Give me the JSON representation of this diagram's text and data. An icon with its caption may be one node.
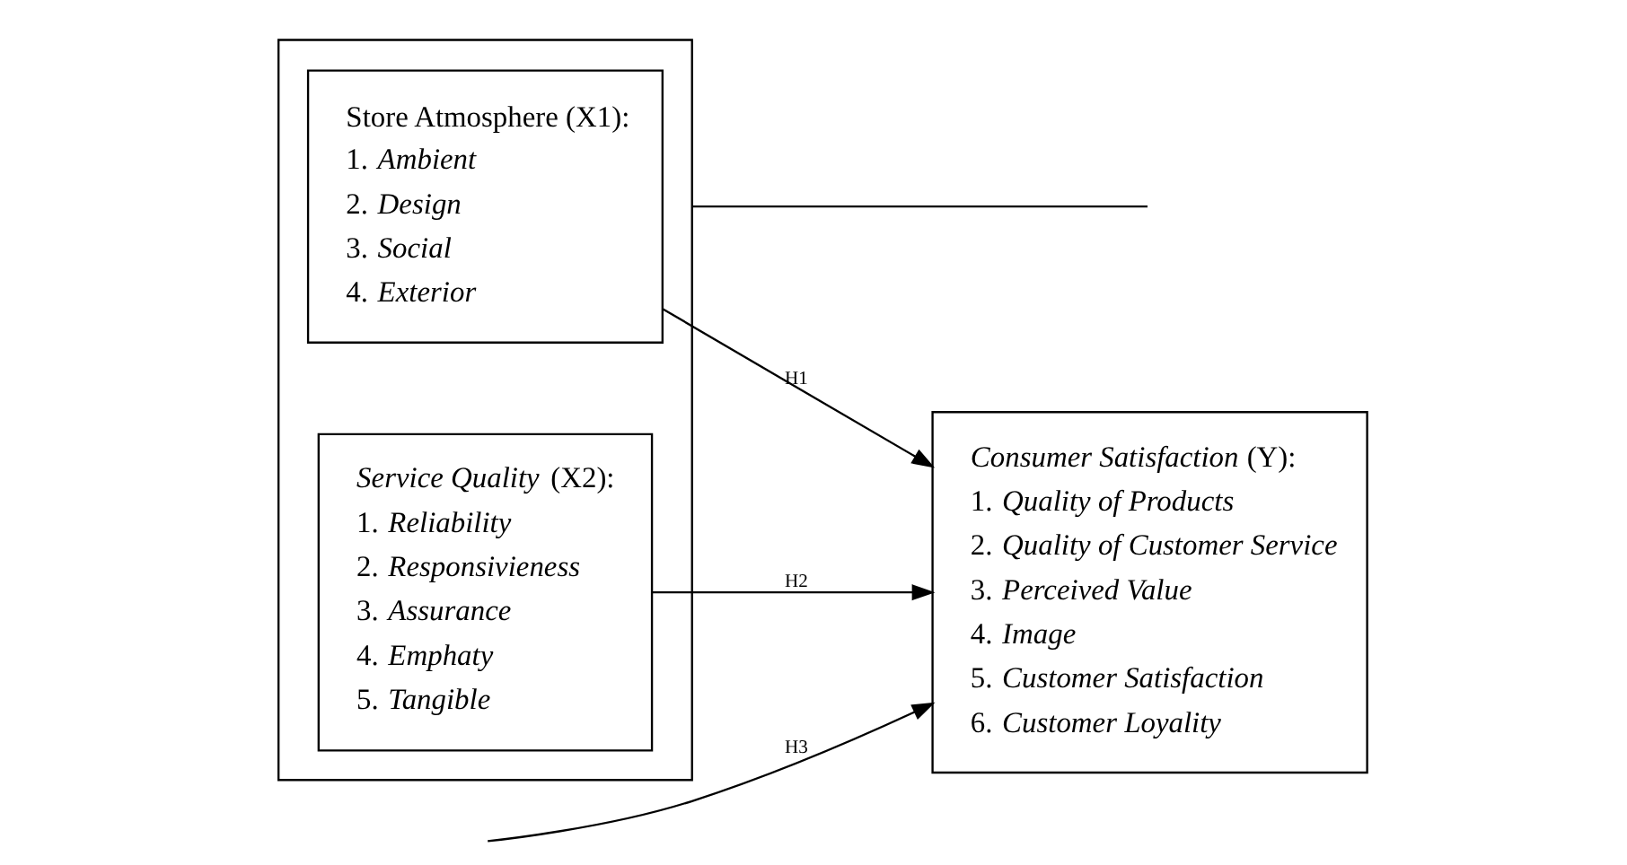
{
  "diagram": {
    "nodes": [
      {
        "text": [],
        "shape": "box"
      },
      {
        "text": [
          "Store Atmosphere (X1):",
          "1. *Ambient*",
          "2. *Design*",
          "3. *Social*",
          "4. *Exterior*"
        ],
        "in": 0
      },
      {
        "text": [
          "*Service Quality* (X2):",
          "1. *Reliability*",
          "2. *Responsivieness*",
          "3. *Assurance*",
          "4. *Emphaty*",
          "5. *Tangible*"
        ],
        "in": 0
      },
      {
        "text": [
          "*Consumer Satisfaction* (Y):",
          "1. *Quality of Products*",
          "2. *Quality of Customer Service*",
          "3. *Perceived Value*",
          "4. *Image*",
          "5. *Customer Satisfaction*",
          "6. *Customer Loyality*"
        ]
      }
    ],
    "edges": [
      {
        "from": 1,
        "to": 3,
        "arrow": "to",
        "label": "H1"
      },
      {
        "from": 2,
        "to": 3,
        "arrow": "to",
        "label": "H2"
      },
      {
        "from": 0,
        "to": null,
        "arrow": "none"
      },
      {
        "from": null,
        "to": 3,
        "arrow": "to",
        "label": "H3"
      }
    ]
  }
}
